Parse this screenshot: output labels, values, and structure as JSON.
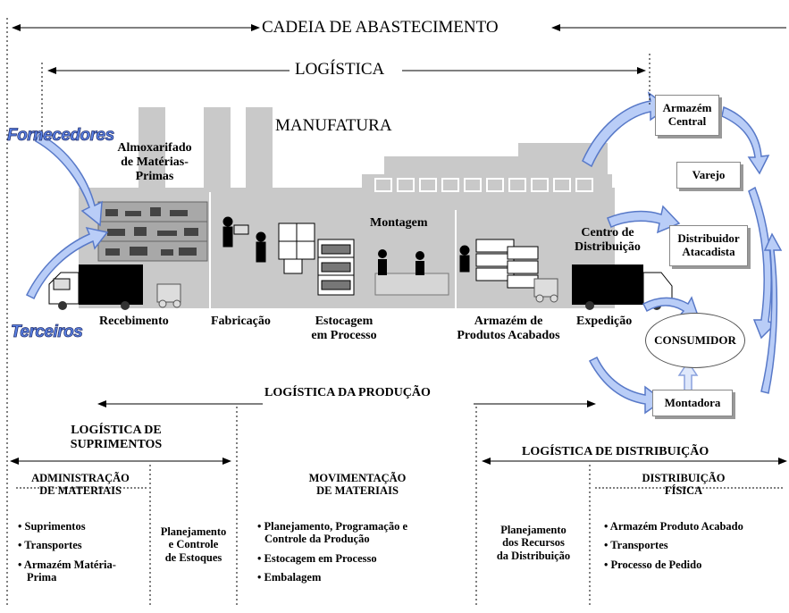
{
  "top": {
    "supply_chain": "CADEIA DE ABASTECIMENTO",
    "logistics": "LOGÍSTICA",
    "manufacturing": "MANUFATURA"
  },
  "sources": {
    "suppliers": "Fornecedores",
    "third_parties": "Terceiros"
  },
  "factory": {
    "raw_materials_store": [
      "Almoxarifado",
      "de Matérias-",
      "Primas"
    ],
    "assembly": "Montagem",
    "distribution_center": [
      "Centro de",
      "Distribuição"
    ]
  },
  "stages": {
    "receiving": "Recebimento",
    "fabrication": "Fabricação",
    "wip_storage": [
      "Estocagem",
      "em Processo"
    ],
    "finished_goods": [
      "Armazém de",
      "Produtos Acabados"
    ],
    "shipping": "Expedição"
  },
  "destinations": {
    "central_warehouse": [
      "Armazém",
      "Central"
    ],
    "retail": "Varejo",
    "wholesale": [
      "Distribuidor",
      "Atacadista"
    ],
    "consumer": "CONSUMIDOR",
    "assembler": "Montadora"
  },
  "bottom": {
    "production_logistics": "LOGÍSTICA DA PRODUÇÃO",
    "supply_logistics": [
      "LOGÍSTICA DE",
      "SUPRIMENTOS"
    ],
    "distribution_logistics": "LOGÍSTICA DE DISTRIBUIÇÃO",
    "col1": {
      "title": [
        "ADMINISTRAÇÃO",
        "DE MATERIAIS"
      ],
      "items": [
        "• Suprimentos",
        "• Transportes",
        "• Armazém Matéria-",
        "Prima"
      ]
    },
    "col2": [
      "Planejamento",
      "e Controle",
      "de Estoques"
    ],
    "col3": {
      "title": [
        "MOVIMENTAÇÃO",
        "DE MATERIAIS"
      ],
      "items": [
        "• Planejamento, Programação e",
        "Controle da Produção",
        "• Estocagem em Processo",
        "• Embalagem"
      ]
    },
    "col4": [
      "Planejamento",
      "dos Recursos",
      "da Distribuição"
    ],
    "col5": {
      "title": [
        "DISTRIBUIÇÃO",
        "FÍSICA"
      ],
      "items": [
        "• Armazém Produto Acabado",
        "• Transportes",
        "• Processo de Pedido"
      ]
    }
  },
  "colors": {
    "factory_gray": "#c8c8c8",
    "arrow_fill": "#b9cdf7",
    "arrow_stroke": "#5879c8",
    "label_blue": "#5b83e8"
  }
}
